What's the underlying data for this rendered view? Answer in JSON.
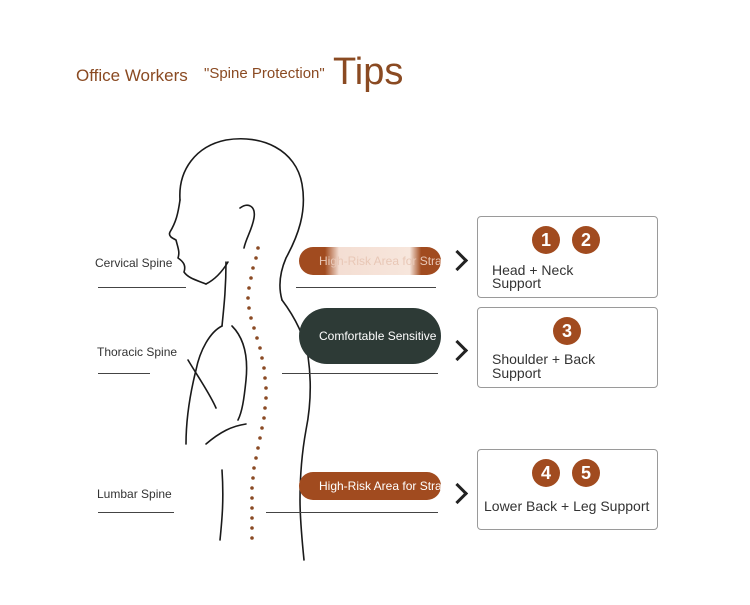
{
  "title": {
    "part1": "Office Workers",
    "part2": "\"Spine Protection\"",
    "part3": "Tips"
  },
  "spine_labels": {
    "cervical": "Cervical Spine",
    "thoracic": "Thoracic Spine",
    "lumbar": "Lumbar Spine"
  },
  "pills": {
    "cervical": "High-Risk Area for Strain",
    "thoracic": "Comfortable Sensitive",
    "lumbar": "High-Risk Area for Strain"
  },
  "cards": {
    "neck": {
      "badges": [
        "1",
        "2"
      ],
      "line1": "Head + Neck",
      "line2": "Support"
    },
    "back": {
      "badges": [
        "3"
      ],
      "line1": "Shoulder + Back",
      "line2": "Support"
    },
    "lower": {
      "badges": [
        "4",
        "5"
      ],
      "line1": "Lower Back + Leg Support"
    }
  },
  "colors": {
    "accent": "#a14b1f",
    "dark_pill": "#2d3a36",
    "title": "#8a4a22"
  }
}
